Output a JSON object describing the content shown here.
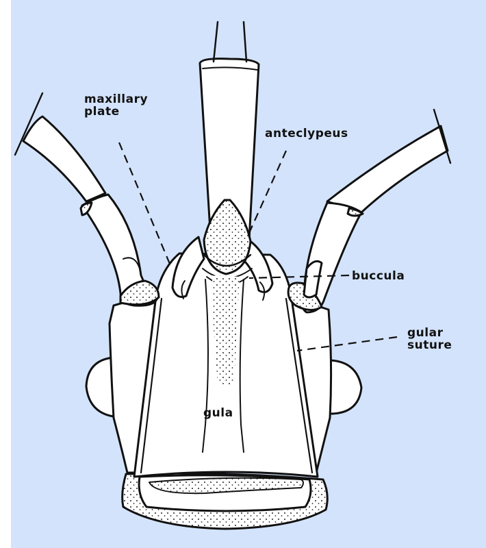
{
  "colors": {
    "panel_background": "#d3e3fb",
    "page_background": "#ffffff",
    "outline": "#111111",
    "fill": "#ffffff"
  },
  "labels": {
    "maxillary_plate": "maxillary\nplate",
    "anteclypeus": "anteclypeus",
    "buccula": "buccula",
    "gular_suture": "gular\nsuture",
    "gula": "gula"
  }
}
